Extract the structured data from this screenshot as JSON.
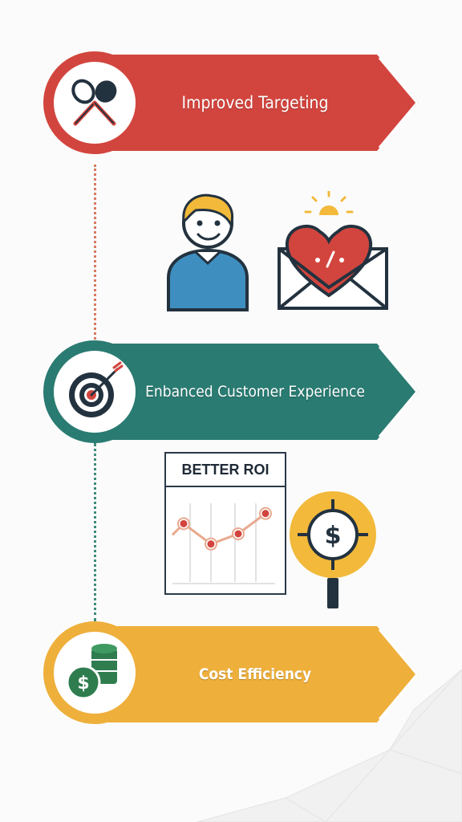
{
  "steps": [
    {
      "label": "Improved Targeting",
      "color": "#d2453e",
      "icon": "badminton-rackets-icon"
    },
    {
      "label": "Enbanced Customer Experience",
      "color": "#2a7b72",
      "icon": "target-arrow-icon"
    },
    {
      "label": "Cost Efficiency",
      "color": "#eeaf3b",
      "icon": "dollar-coins-icon"
    }
  ],
  "illustrations": {
    "customer": "smiling-person-icon",
    "heart_mail": "heart-envelope-icon",
    "magnifier": "dollar-magnifier-icon"
  },
  "roi_card": {
    "title": "BETTER ROI",
    "line_values": [
      4,
      2,
      3,
      5
    ]
  },
  "colors": {
    "red": "#d2453e",
    "teal": "#2a7b72",
    "yellow": "#eeaf3b",
    "ink": "#2b3a4a"
  }
}
